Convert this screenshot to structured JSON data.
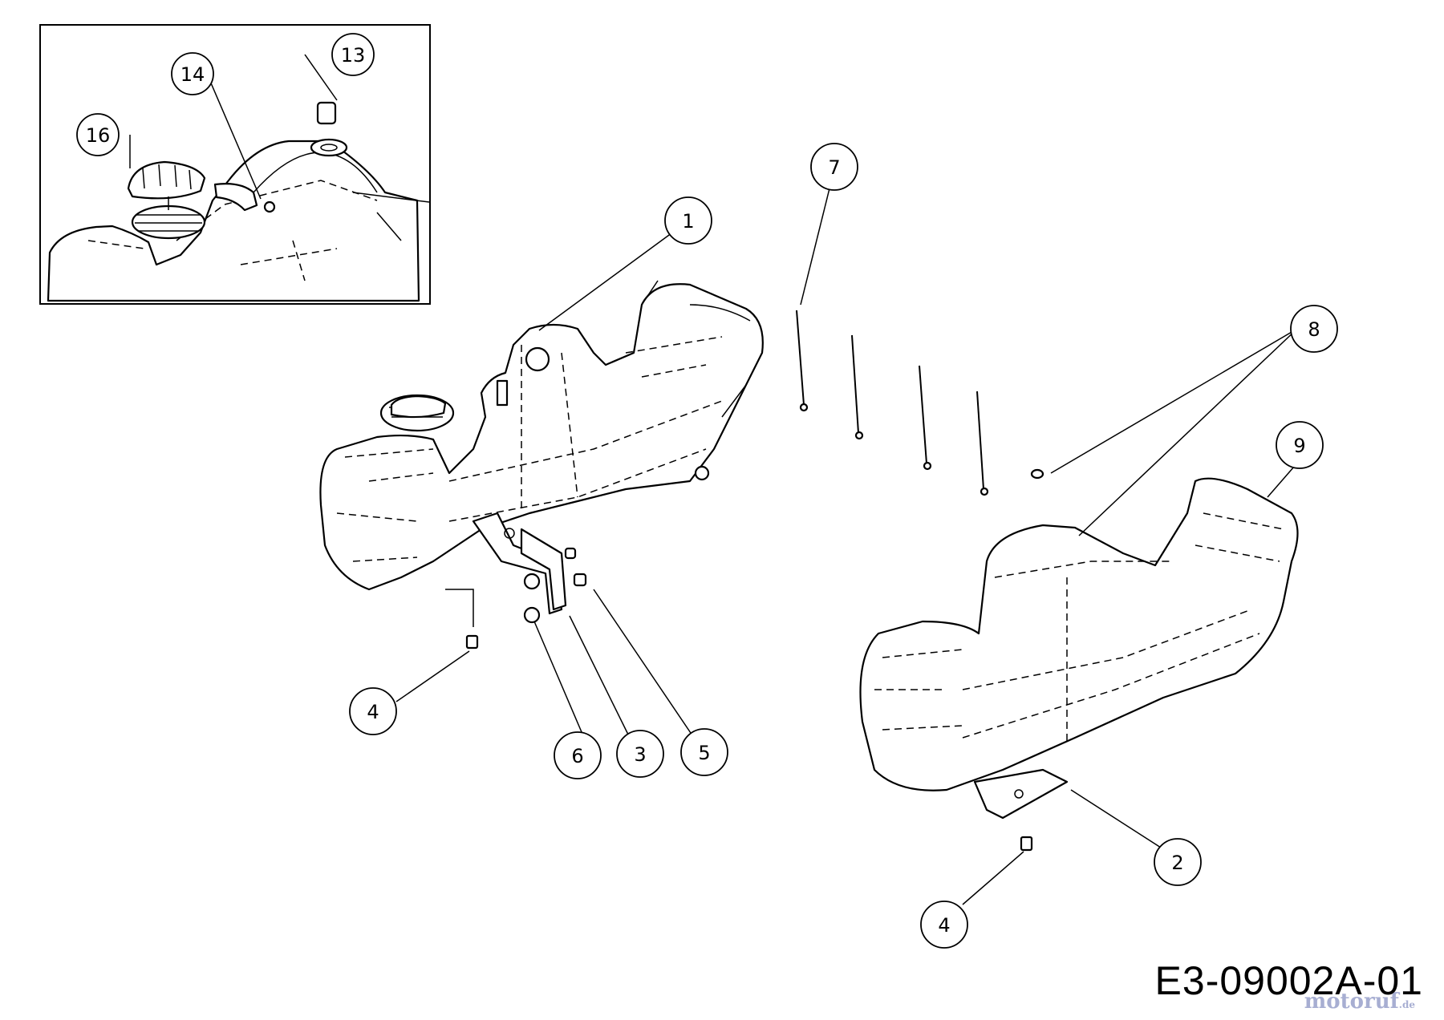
{
  "diagram_code": "E3-09002A-01",
  "watermark": {
    "brand": "motoruf",
    "suffix": ".de"
  },
  "callouts": [
    {
      "id": "callout-1",
      "label": "1"
    },
    {
      "id": "callout-2",
      "label": "2"
    },
    {
      "id": "callout-3",
      "label": "3"
    },
    {
      "id": "callout-4a",
      "label": "4"
    },
    {
      "id": "callout-4b",
      "label": "4"
    },
    {
      "id": "callout-5",
      "label": "5"
    },
    {
      "id": "callout-6",
      "label": "6"
    },
    {
      "id": "callout-7",
      "label": "7"
    },
    {
      "id": "callout-8",
      "label": "8"
    },
    {
      "id": "callout-9",
      "label": "9"
    },
    {
      "id": "callout-13",
      "label": "13"
    },
    {
      "id": "callout-14",
      "label": "14"
    },
    {
      "id": "callout-16",
      "label": "16"
    }
  ]
}
